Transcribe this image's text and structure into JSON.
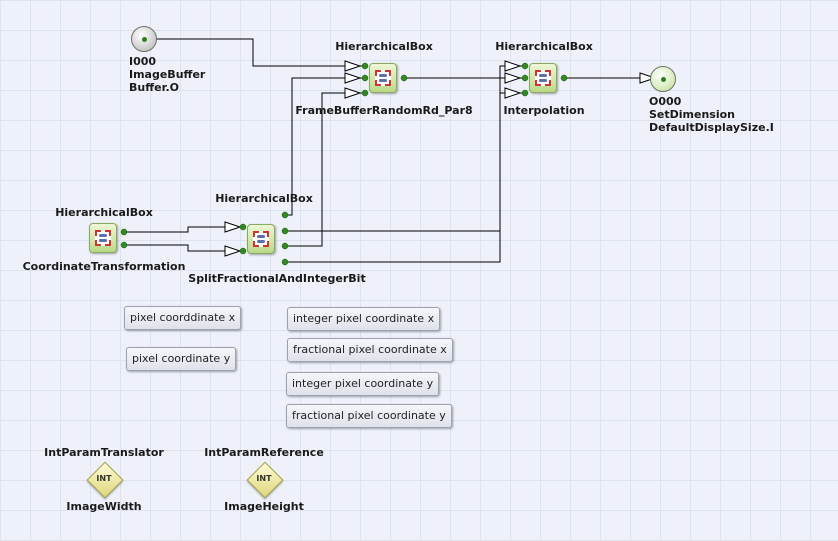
{
  "boxes": {
    "coord": {
      "header": "HierarchicalBox",
      "name": "CoordinateTransformation"
    },
    "split": {
      "header": "HierarchicalBox",
      "name": "SplitFractionalAndIntegerBit"
    },
    "frame": {
      "header": "HierarchicalBox",
      "name": "FrameBufferRandomRd_Par8"
    },
    "interp": {
      "header": "HierarchicalBox",
      "name": "Interpolation"
    }
  },
  "ports": {
    "input": {
      "line1": "I000",
      "line2": "ImageBuffer",
      "line3": "Buffer.O"
    },
    "output": {
      "line1": "O000",
      "line2": "SetDimension",
      "line3": "DefaultDisplaySize.I"
    }
  },
  "notes": {
    "px": "pixel coorddinate x",
    "py": "pixel coordinate y",
    "ix": "integer pixel coordinate x",
    "fx": "fractional pixel coordinate x",
    "iy": "integer pixel coordinate y",
    "fy": "fractional pixel coordinate y"
  },
  "params": {
    "width": {
      "header": "IntParamTranslator",
      "name": "ImageWidth",
      "icon_text": "INT"
    },
    "height": {
      "header": "IntParamReference",
      "name": "ImageHeight",
      "icon_text": "INT"
    }
  },
  "colors": {
    "wire": "#000000",
    "node": "#b9d987",
    "port_green": "#bfe08f",
    "port_grey": "#b3b3b3"
  },
  "icons": {
    "box": "hierarchical-box-icon",
    "param": "int-param-icon"
  }
}
